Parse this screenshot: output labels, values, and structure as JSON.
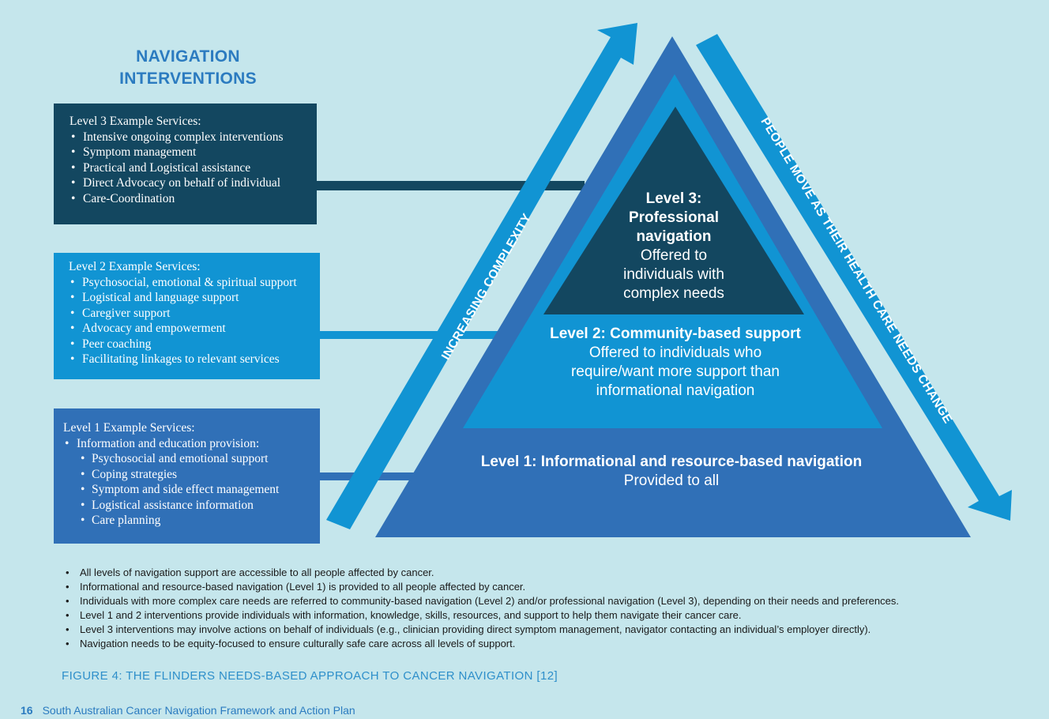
{
  "heading": {
    "line1": "NAVIGATION",
    "line2": "INTERVENTIONS"
  },
  "level3_box": {
    "title": "Level 3 Example Services:",
    "items": [
      "Intensive ongoing complex interventions",
      "Symptom management",
      "Practical and Logistical assistance",
      "Direct Advocacy on behalf of individual",
      "Care-Coordination"
    ]
  },
  "level2_box": {
    "title": "Level 2 Example Services:",
    "items": [
      "Psychosocial, emotional & spiritual support",
      "Logistical and language support",
      "Caregiver support",
      "Advocacy and empowerment",
      "Peer coaching",
      "Facilitating  linkages to relevant services"
    ]
  },
  "level1_box": {
    "title": "Level 1 Example Services:",
    "item": "Information and education provision:",
    "subitems": [
      "Psychosocial and emotional support",
      "Coping strategies",
      "Symptom and side effect management",
      "Logistical assistance information",
      "Care planning"
    ]
  },
  "pyramid": {
    "level3": {
      "l1": "Level 3:",
      "l2": "Professional",
      "l3": "navigation",
      "l4": "Offered to",
      "l5": "individuals with",
      "l6": "complex needs"
    },
    "level2": {
      "l1": "Level 2: Community-based support",
      "l2": "Offered to individuals who",
      "l3": "require/want more support than",
      "l4": "informational navigation"
    },
    "level1": {
      "l1": "Level 1: Informational and resource-based navigation",
      "l2": "Provided to all"
    }
  },
  "arrows": {
    "left_label": "INCREASING COMPLEXITY",
    "right_label": "PEOPLE MOVE AS THEIR HEALTH CARE NEEDS CHANGE"
  },
  "notes": [
    "All levels of navigation support are accessible to all people affected by cancer.",
    "Informational and resource-based navigation (Level 1) is provided to all people affected by cancer.",
    "Individuals with more complex care needs are referred to community-based navigation (Level 2) and/or professional navigation (Level 3), depending on their needs and preferences.",
    "Level 1 and 2 interventions provide individuals with information, knowledge, skills, resources, and support to help them navigate their cancer care.",
    "Level 3 interventions may involve actions on behalf of individuals (e.g., clinician providing direct symptom management, navigator contacting an individual’s employer directly).",
    "Navigation needs to be equity-focused to ensure culturally safe care across all levels of support."
  ],
  "caption": "FIGURE 4: THE FLINDERS NEEDS-BASED APPROACH TO CANCER NAVIGATION [12]",
  "footer": {
    "page": "16",
    "title": "South Australian Cancer Navigation Framework and Action Plan"
  },
  "colors": {
    "background": "#c5e6ec",
    "level3": "#134760",
    "level2": "#1194d3",
    "level1": "#3070b7",
    "arrow": "#1194d3"
  }
}
